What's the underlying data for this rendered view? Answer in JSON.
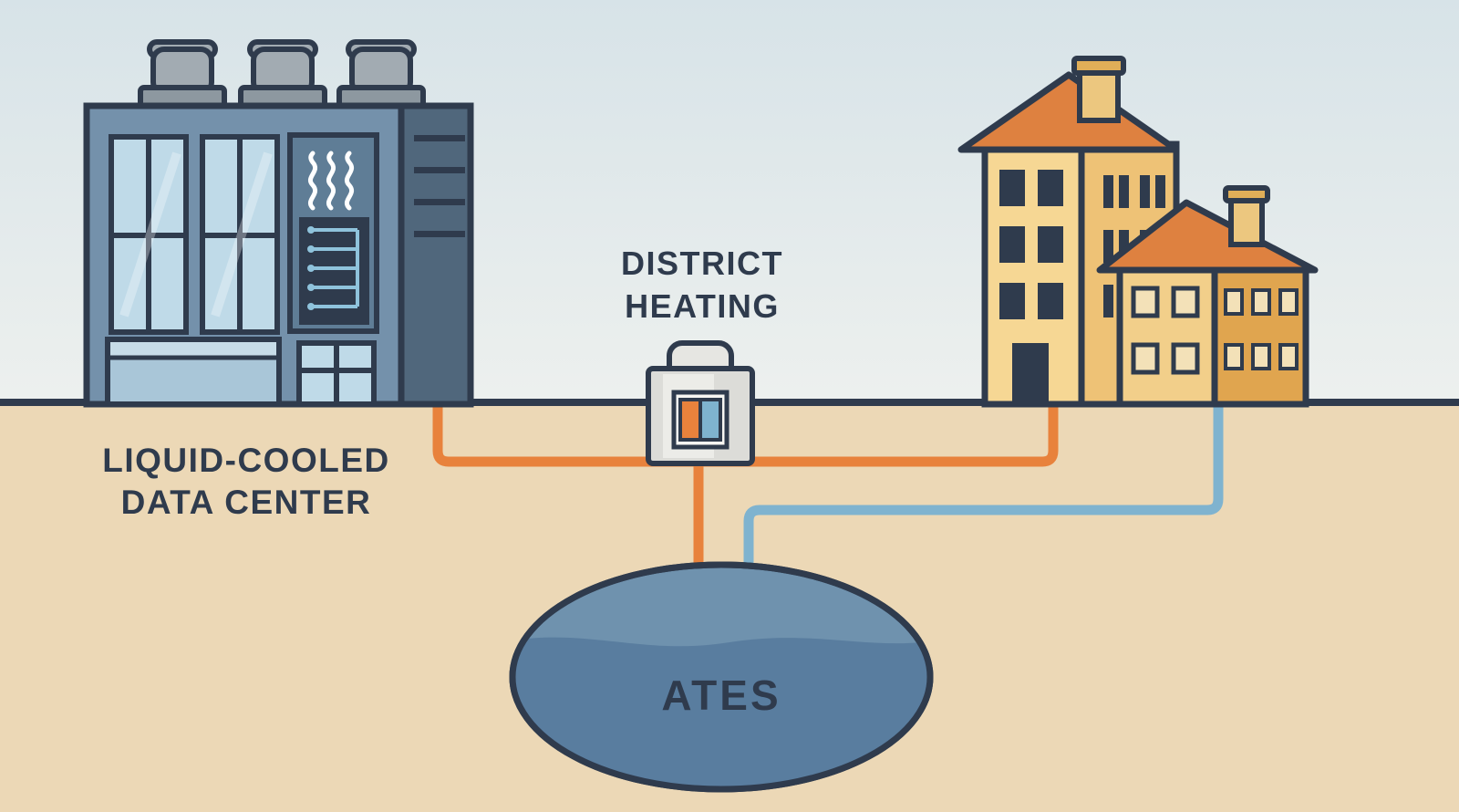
{
  "labels": {
    "data_center": {
      "line1": "LIQUID-COOLED",
      "line2": "DATA CENTER"
    },
    "district_heating": {
      "line1": "DISTRICT",
      "line2": "HEATING"
    },
    "ates": "ATES"
  },
  "colors": {
    "outline": "#2f3b4d",
    "sky_top": "#d7e3e8",
    "sky_bottom": "#edf0ee",
    "ground": "#ecd8b6",
    "pipe_warm_orange": "#e8823c",
    "pipe_cool_blue": "#7fb3cf",
    "datacenter_facade": "#7491ab",
    "datacenter_dark_wing": "#50677c",
    "window_glass": "#bfdae8",
    "inset_panel": "#5f7d96",
    "rack_panel": "#2f3b4d",
    "circuit_trace": "#8fc3dc",
    "vent_gray": "#a2abb2",
    "substation_gray": "#dcdcd8",
    "house_light_yellow": "#f6d794",
    "house_mid_yellow": "#eec276",
    "house_dark_yellow": "#e0a54f",
    "roof_orange": "#de8140",
    "chimney_cream": "#ecc77f",
    "ates_fill": "#6f92ae",
    "ates_deep": "#597d9f",
    "text": "#2f3b4d"
  }
}
